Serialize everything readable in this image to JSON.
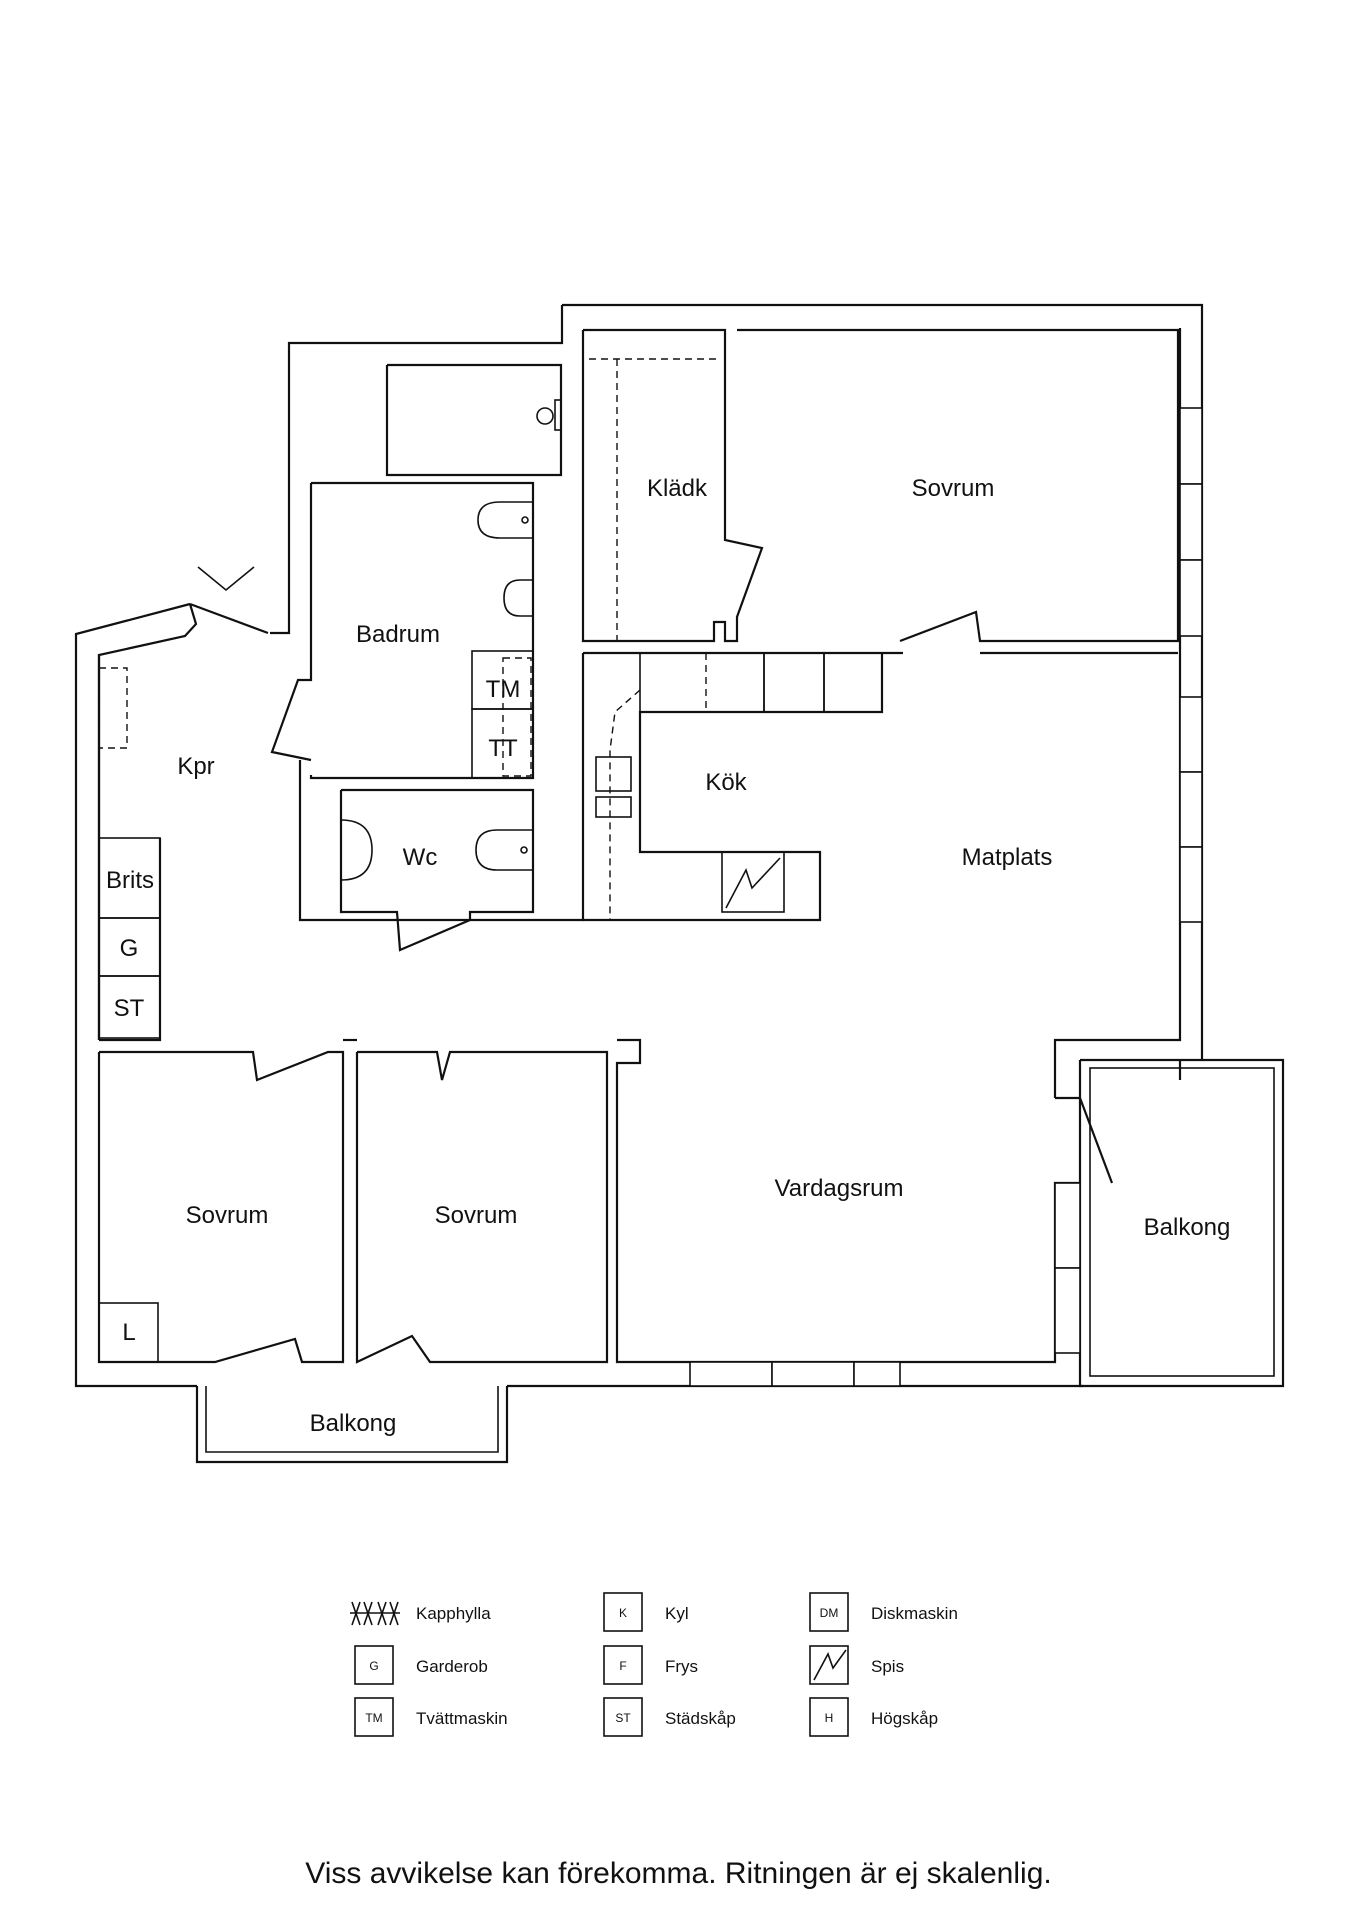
{
  "rooms": {
    "kladk": "Klädk",
    "sovrum_top": "Sovrum",
    "badrum": "Badrum",
    "kpr": "Kpr",
    "kok": "Kök",
    "matplats": "Matplats",
    "wc": "Wc",
    "sovrum_left": "Sovrum",
    "sovrum_mid": "Sovrum",
    "vardagsrum": "Vardagsrum",
    "balkong_right": "Balkong",
    "balkong_bottom": "Balkong"
  },
  "fixtures": {
    "tm": "TM",
    "tt": "TT",
    "brits": "Brits",
    "g": "G",
    "st": "ST",
    "l": "L"
  },
  "legend": [
    {
      "code": "",
      "icon": "coat-rack-icon",
      "label": "Kapphylla"
    },
    {
      "code": "G",
      "label": "Garderob"
    },
    {
      "code": "TM",
      "label": "Tvättmaskin"
    },
    {
      "code": "K",
      "label": "Kyl"
    },
    {
      "code": "F",
      "label": "Frys"
    },
    {
      "code": "ST",
      "label": "Städskåp"
    },
    {
      "code": "DM",
      "label": "Diskmaskin"
    },
    {
      "code": "",
      "icon": "stove-icon",
      "label": "Spis"
    },
    {
      "code": "H",
      "label": "Högskåp"
    }
  ],
  "disclaimer": "Viss avvikelse kan förekomma. Ritningen är ej skalenlig."
}
